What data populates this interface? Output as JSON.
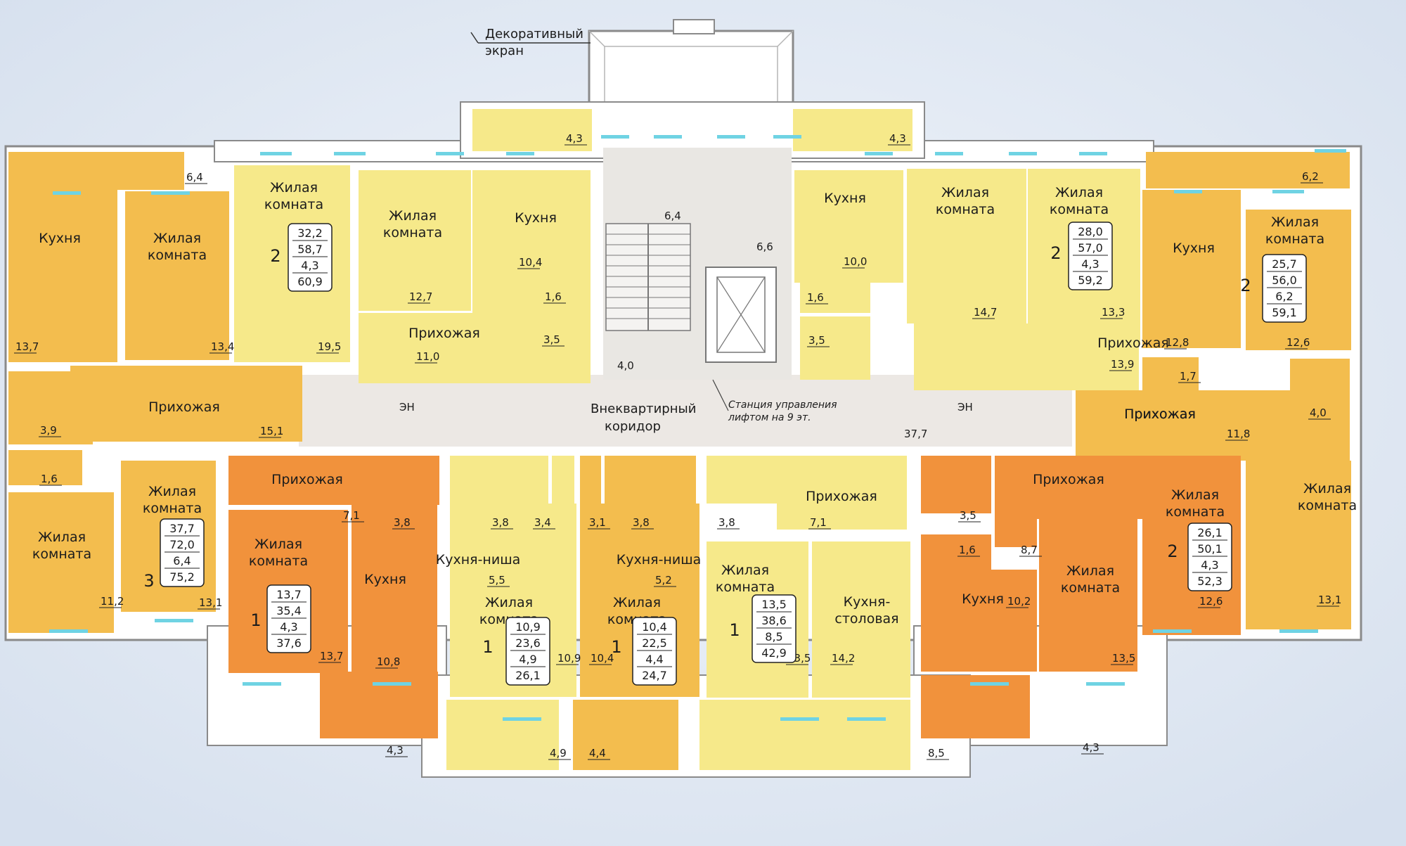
{
  "labels": {
    "screen_line1": "Декоративный",
    "screen_line2": "экран",
    "corridor_line1": "Внеквартирный",
    "corridor_line2": "коридор",
    "station_line1": "Станция управления",
    "station_line2": "лифтом на 9 эт.",
    "corridor_area": "37,7",
    "stair_landing": "6,4",
    "elevator_hall": "6,6",
    "stair_bottom": "4,0",
    "en": "ЭН"
  },
  "colors": {
    "background": "#dfe7f2",
    "wall": "#ffffff",
    "wall_stroke": "#8a8a8a",
    "light_yellow": "#f6e98a",
    "yellow_orange": "#f3bd4e",
    "orange": "#f1923c",
    "corridor": "#ece8e4",
    "window": "#6fd3e3"
  },
  "rooms": [
    {
      "label": "Кухня",
      "area": "13,7"
    },
    {
      "label": "Жилая комната",
      "area": "13,4"
    },
    {
      "label": "",
      "area": "6,4"
    },
    {
      "label": "Прихожая",
      "area": "15,1"
    },
    {
      "label": "",
      "area": "3,9"
    },
    {
      "label": "",
      "area": "1,6"
    },
    {
      "label": "Жилая комната",
      "area": "11,2"
    },
    {
      "label": "Жилая комната",
      "area": "13,1"
    },
    {
      "label": "Жилая комната",
      "area": "19,5"
    },
    {
      "label": "Жилая комната",
      "area": "12,7"
    },
    {
      "label": "Кухня",
      "area": "10,4"
    },
    {
      "label": "Прихожая",
      "area": "11,0"
    },
    {
      "label": "",
      "area": "1,6"
    },
    {
      "label": "",
      "area": "3,5"
    },
    {
      "label": "",
      "area": "4,3"
    },
    {
      "label": "Кухня",
      "area": "10,0"
    },
    {
      "label": "Жилая комната",
      "area": "14,7"
    },
    {
      "label": "Жилая комната",
      "area": "13,3"
    },
    {
      "label": "Прихожая",
      "area": "13,9"
    },
    {
      "label": "",
      "area": "1,6"
    },
    {
      "label": "",
      "area": "3,5"
    },
    {
      "label": "",
      "area": "4,3"
    },
    {
      "label": "Кухня",
      "area": "12,8"
    },
    {
      "label": "Жилая комната",
      "area": "12,6"
    },
    {
      "label": "",
      "area": "6,2"
    },
    {
      "label": "",
      "area": "1,7"
    },
    {
      "label": "Прихожая",
      "area": "11,8"
    },
    {
      "label": "",
      "area": "4,0"
    },
    {
      "label": "Жилая комната",
      "area": "13,1"
    },
    {
      "label": "Прихожая",
      "area": "7,1"
    },
    {
      "label": "",
      "area": "3,8"
    },
    {
      "label": "Жилая комната",
      "area": "13,7"
    },
    {
      "label": "Кухня",
      "area": "10,8"
    },
    {
      "label": "",
      "area": "4,3"
    },
    {
      "label": "",
      "area": "3,8"
    },
    {
      "label": "",
      "area": "3,4"
    },
    {
      "label": "Кухня-ниша",
      "area": "5,5"
    },
    {
      "label": "Жилая комната",
      "area": "10,9"
    },
    {
      "label": "",
      "area": "4,9"
    },
    {
      "label": "",
      "area": "3,1"
    },
    {
      "label": "",
      "area": "3,8"
    },
    {
      "label": "Кухня-ниша",
      "area": "5,2"
    },
    {
      "label": "Жилая комната",
      "area": "10,4"
    },
    {
      "label": "",
      "area": "4,4"
    },
    {
      "label": "",
      "area": "3,8"
    },
    {
      "label": "Прихожая",
      "area": "7,1"
    },
    {
      "label": "Жилая комната",
      "area": "13,5"
    },
    {
      "label": "Кухня-столовая",
      "area": "14,2"
    },
    {
      "label": "",
      "area": "8,5"
    },
    {
      "label": "",
      "area": "3,5"
    },
    {
      "label": "",
      "area": "1,6"
    },
    {
      "label": "",
      "area": "8,7"
    },
    {
      "label": "Прихожая",
      "area": ""
    },
    {
      "label": "Кухня",
      "area": "10,2"
    },
    {
      "label": "Жилая комната",
      "area": "13,5"
    },
    {
      "label": "",
      "area": "4,3"
    },
    {
      "label": "Жилая комната",
      "area": "12,6"
    },
    {
      "label": "Прихожая",
      "area": ""
    },
    {
      "label": "Прихожая",
      "area": ""
    }
  ],
  "apartments": [
    {
      "rooms": "3",
      "values": [
        "37,7",
        "72,0",
        "6,4",
        "75,2"
      ]
    },
    {
      "rooms": "2",
      "values": [
        "32,2",
        "58,7",
        "4,3",
        "60,9"
      ]
    },
    {
      "rooms": "2",
      "values": [
        "28,0",
        "57,0",
        "4,3",
        "59,2"
      ]
    },
    {
      "rooms": "2",
      "values": [
        "25,7",
        "56,0",
        "6,2",
        "59,1"
      ]
    },
    {
      "rooms": "1",
      "values": [
        "13,7",
        "35,4",
        "4,3",
        "37,6"
      ]
    },
    {
      "rooms": "1",
      "values": [
        "10,9",
        "23,6",
        "4,9",
        "26,1"
      ]
    },
    {
      "rooms": "1",
      "values": [
        "10,4",
        "22,5",
        "4,4",
        "24,7"
      ]
    },
    {
      "rooms": "1",
      "values": [
        "13,5",
        "38,6",
        "8,5",
        "42,9"
      ]
    },
    {
      "rooms": "2",
      "values": [
        "26,1",
        "50,1",
        "4,3",
        "52,3"
      ]
    }
  ]
}
